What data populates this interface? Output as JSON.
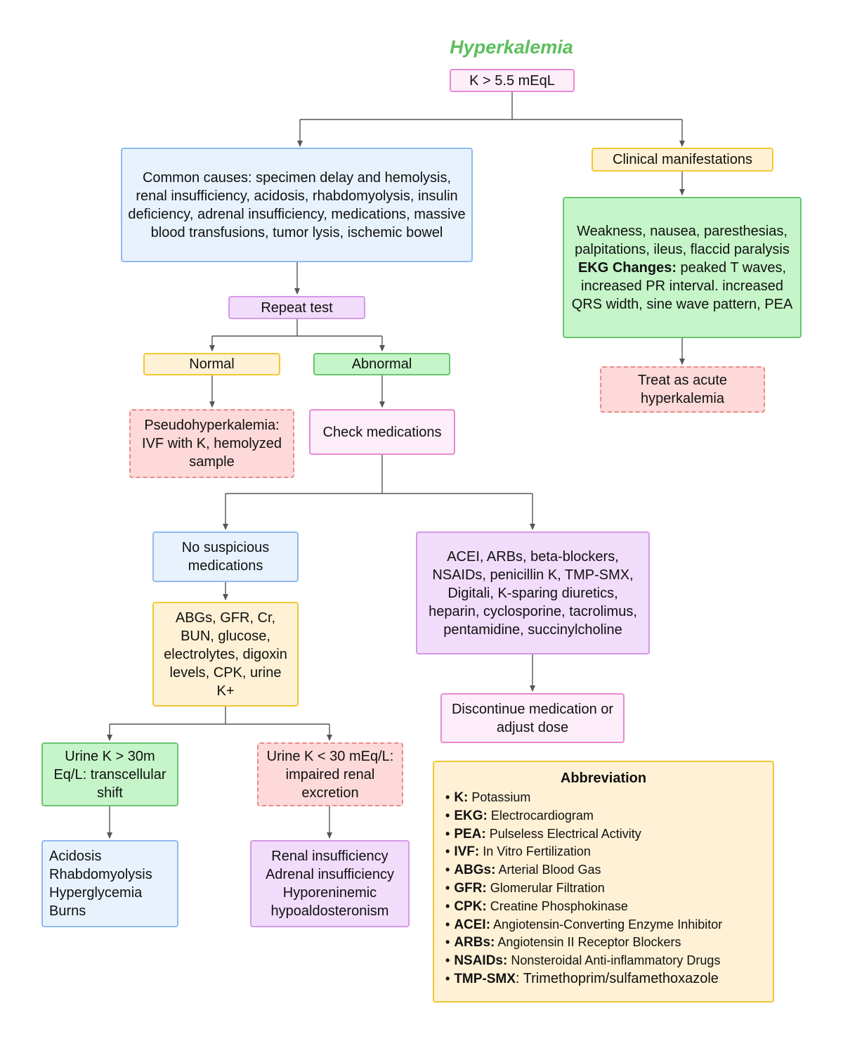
{
  "title": "Hyperkalemia",
  "nodes": {
    "root": "K > 5.5 mEqL",
    "common_causes": "Common causes: specimen delay and hemolysis, renal insufficiency, acidosis, rhabdomyolysis, insulin deficiency, adrenal insufficiency, medications, massive blood transfusions, tumor lysis, ischemic bowel",
    "clinical_manifestations": "Clinical manifestations",
    "symptoms": "Weakness, nausea, paresthesias, palpitations, ileus, flaccid paralysis",
    "ekg_label": "EKG Changes:",
    "ekg_text": " peaked T waves, increased PR interval. increased QRS width, sine wave pattern, PEA",
    "treat_acute": "Treat as acute hyperkalemia",
    "repeat_test": "Repeat test",
    "normal": "Normal",
    "abnormal": "Abnormal",
    "pseudo": "Pseudohyperkalemia: IVF with K, hemolyzed sample",
    "check_meds": "Check medications",
    "no_suspicious": "No suspicious medications",
    "suspicious_meds": "ACEI, ARBs, beta-blockers, NSAIDs, penicillin K, TMP-SMX, Digitali, K-sparing diuretics, heparin, cyclosporine, tacrolimus, pentamidine, succinylcholine",
    "labs": "ABGs, GFR, Cr, BUN, glucose, electrolytes, digoxin levels, CPK, urine K+",
    "discontinue": "Discontinue medication or adjust dose",
    "urine_high": "Urine K > 30m Eq/L: transcellular shift",
    "urine_low": "Urine K < 30 mEq/L: impaired renal excretion",
    "shift_causes": [
      "Acidosis",
      "Rhabdomyolysis",
      "Hyperglycemia",
      "Burns"
    ],
    "renal_causes": [
      "Renal insufficiency",
      "Adrenal insufficiency",
      "Hyporeninemic",
      "hypoaldosteronism"
    ]
  },
  "abbreviations": {
    "title": "Abbreviation",
    "items": [
      {
        "abbr": "K:",
        "def": " Potassium"
      },
      {
        "abbr": "EKG:",
        "def": " Electrocardiogram"
      },
      {
        "abbr": "PEA:",
        "def": " Pulseless Electrical Activity"
      },
      {
        "abbr": "IVF:",
        "def": " In Vitro Fertilization"
      },
      {
        "abbr": "ABGs:",
        "def": " Arterial Blood Gas"
      },
      {
        "abbr": "GFR:",
        "def": " Glomerular Filtration"
      },
      {
        "abbr": "CPK:",
        "def": " Creatine Phosphokinase"
      },
      {
        "abbr": "ACEI:",
        "def": " Angiotensin-Converting Enzyme Inhibitor"
      },
      {
        "abbr": "ARBs:",
        "def": " Angiotensin II Receptor Blockers"
      },
      {
        "abbr": "NSAIDs:",
        "def": " Nonsteroidal Anti-inflammatory Drugs"
      },
      {
        "abbr": "TMP-SMX",
        "def": ": Trimethoprim/sulfamethoxazole"
      }
    ]
  },
  "colors": {
    "title": "#5cbf5c",
    "connector": "#555555",
    "pink": "#fdeefa",
    "blue": "#e8f2fd",
    "yellow": "#fff1d6",
    "green": "#c5f5c8",
    "violet": "#f1dcfb",
    "red": "#fdd9d9"
  }
}
